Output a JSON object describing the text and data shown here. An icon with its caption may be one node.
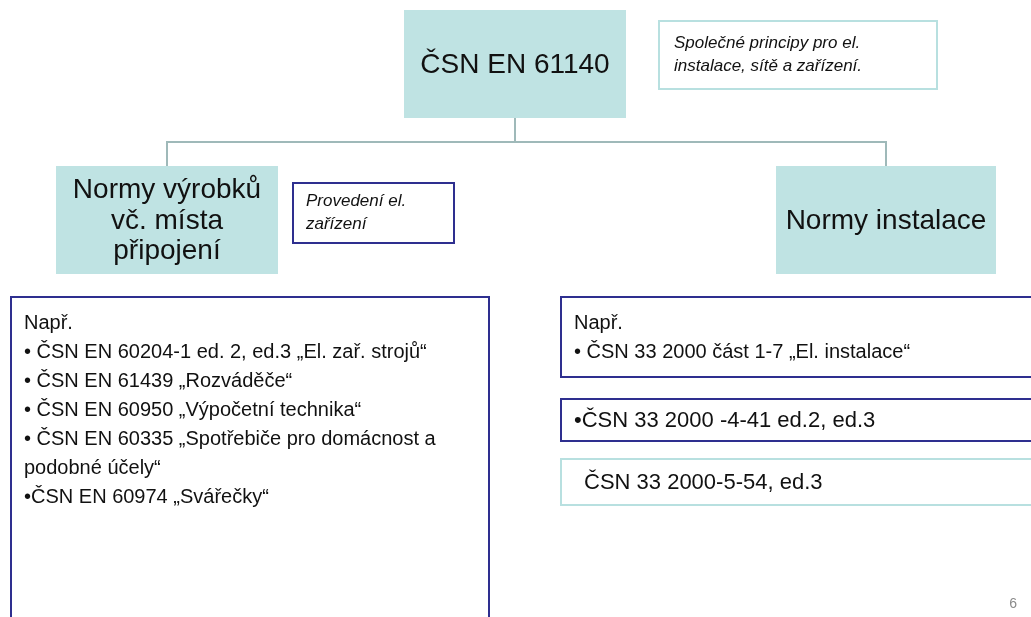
{
  "diagram": {
    "nodes": [
      {
        "text": [
          "ČSN EN 61140"
        ]
      },
      {
        "text": [
          "Společné principy pro el. instalace, sítě a zařízení."
        ]
      },
      {
        "text": [
          "Normy výrobků vč. místa připojení"
        ]
      },
      {
        "text": [
          "Provedení el. zařízení"
        ]
      },
      {
        "text": [
          "Normy instalace"
        ]
      },
      {
        "text": [
          "Např.",
          "• ČSN EN 60204-1 ed. 2, ed.3 „El. zař. strojů“",
          "• ČSN EN 61439 „Rozváděče“",
          "• ČSN EN 60950 „Výpočetní technika“",
          "• ČSN EN 60335 „Spotřebiče pro domácnost a podobné účely“",
          "•ČSN EN 60974 „Svářečky“"
        ]
      },
      {
        "text": [
          "Např.",
          "• ČSN 33 2000 část 1-7 „El. instalace“"
        ]
      },
      {
        "text": [
          "•ČSN 33 2000 -4-41 ed.2, ed.3"
        ]
      },
      {
        "text": [
          "ČSN 33 2000-5-54, ed.3"
        ]
      }
    ],
    "edges": [
      {
        "from": 0,
        "to": 2,
        "arrow": "none"
      },
      {
        "from": 0,
        "to": 4,
        "arrow": "none"
      }
    ],
    "labels": [
      "6"
    ]
  }
}
